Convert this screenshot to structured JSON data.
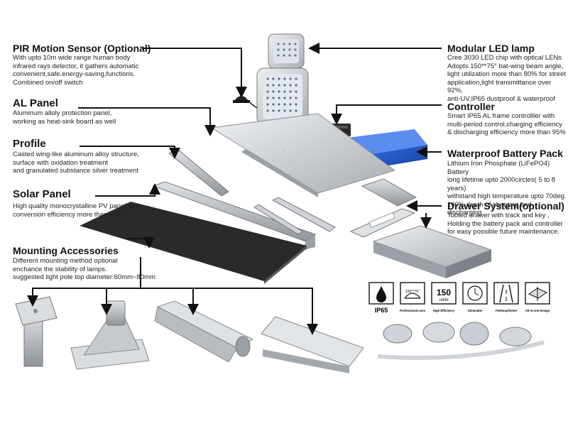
{
  "labels": {
    "pir": {
      "title": "PIR Motion Sensor (Optional)",
      "desc": "With upto 10m wide range human body\ninfrared rays detector, it gathers automatic\nconvenient,safe,energy-saving,functions.\nCombined on/off switch"
    },
    "al_panel": {
      "title": "AL Panel",
      "desc": "Aluminum alloly protection panel,\nworking as heat-sink board as well"
    },
    "profile": {
      "title": "Profile",
      "desc": "Casted wing-like aluminum alloy structure,\nsurface with oxidation treatment\nand granulated substance silver treatment"
    },
    "solar": {
      "title": "Solar Panel",
      "desc": "High quality monocrystalline PV panel with\nconversion efficiency more than 20%!"
    },
    "mounting": {
      "title": "Mounting Accessories",
      "desc": "Different mounting method optional\nenchance the stability of lamps.\nsuggested light pole top diameter:60mm~80mm"
    },
    "led": {
      "title": "Modular LED lamp",
      "desc": "Cree 3030 LED chip with optical LENs\nAdopts 150**75° bat-wing beam angle,\nlight utilization more than 80% for street\napplication,light transmittance over 92%,\nanti-UV,IP65 dustproof & waterproof"
    },
    "controller": {
      "title": "Controller",
      "desc": "Smart IP65 AL frame controlller with\nmulti-period control,charging efficiency\n& discharging efficiency more than 95%"
    },
    "battery": {
      "title": "Waterproof Battery Pack",
      "desc": "Lithium Iron Phosphate (LiFePO4) Battery\nlong lifetime upto 2000circles( 5 to 8 years)\nwithstand high temperature upto 70deg.\n100% depth of charging and discharging"
    },
    "drawer": {
      "title": "Drawer System(optional)",
      "desc": "Tooled drawer with track and key ,\nHolding the battery pack and controller\nfor easy possible future maintenance."
    }
  },
  "feature_icons": [
    {
      "icon": "water-drop-icon",
      "caption": "IP65",
      "inner": ""
    },
    {
      "icon": "lens-icon",
      "caption": "Professional Lens",
      "inner": "150°*75°"
    },
    {
      "icon": "efficiency-icon",
      "caption": "High Efficiency",
      "inner": "150",
      "sub": "LM/W"
    },
    {
      "icon": "clock-icon",
      "caption": "Dimmable",
      "inner": ""
    },
    {
      "icon": "road-icon",
      "caption": "Pathway/Street",
      "inner": ""
    },
    {
      "icon": "all-in-one-icon",
      "caption": "All-in-one Design",
      "inner": ""
    }
  ],
  "colors": {
    "battery": "#1f56c9",
    "panel": "#222222",
    "metal": "#c8ccd0",
    "line": "#111111"
  }
}
